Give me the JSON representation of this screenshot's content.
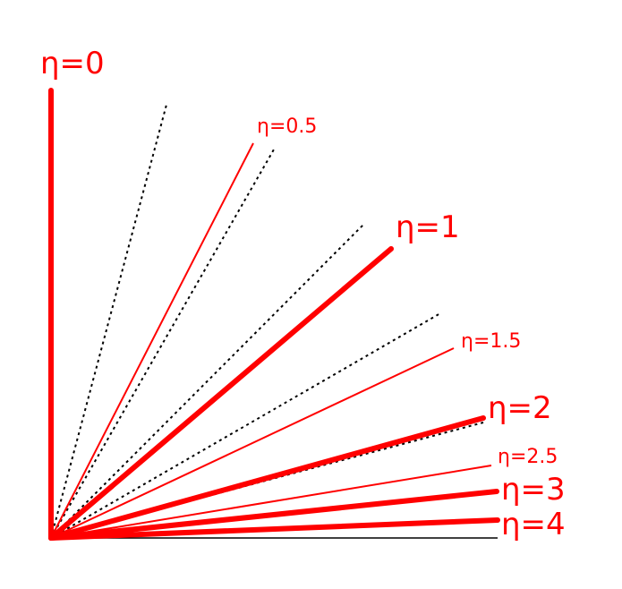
{
  "colors": {
    "ray": "#ff0000",
    "guide": "#000000",
    "background": "#ffffff"
  },
  "rays": [
    {
      "eta": 0,
      "label": "η=0",
      "emphasis": "major"
    },
    {
      "eta": 0.5,
      "label": "η=0.5",
      "emphasis": "minor"
    },
    {
      "eta": 1,
      "label": "η=1",
      "emphasis": "major"
    },
    {
      "eta": 1.5,
      "label": "η=1.5",
      "emphasis": "minor"
    },
    {
      "eta": 2,
      "label": "η=2",
      "emphasis": "major"
    },
    {
      "eta": 2.5,
      "label": "η=2.5",
      "emphasis": "minor"
    },
    {
      "eta": 3,
      "label": "η=3",
      "emphasis": "major"
    },
    {
      "eta": 4,
      "label": "η=4",
      "emphasis": "major"
    }
  ],
  "guides": [
    {
      "style": "dotted"
    },
    {
      "style": "dotted"
    },
    {
      "style": "dotted"
    },
    {
      "style": "dotted"
    },
    {
      "style": "dotted"
    },
    {
      "style": "solid"
    }
  ]
}
